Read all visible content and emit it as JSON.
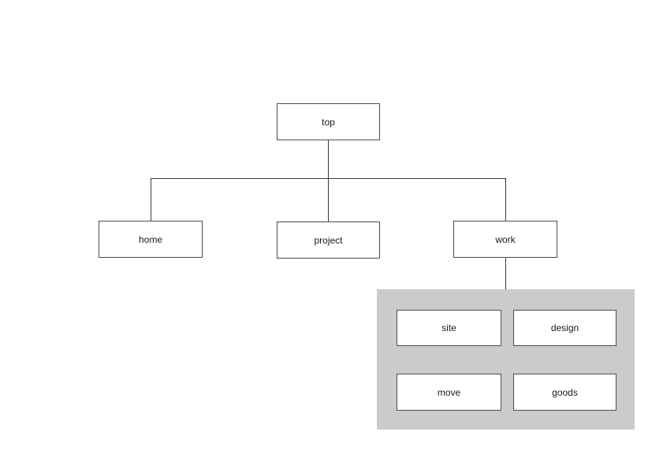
{
  "diagram": {
    "type": "sitemap-tree",
    "root": {
      "label": "top"
    },
    "children": [
      {
        "label": "home"
      },
      {
        "label": "project"
      },
      {
        "label": "work"
      }
    ],
    "work_group": {
      "parent": "work",
      "items": [
        {
          "label": "site"
        },
        {
          "label": "design"
        },
        {
          "label": "move"
        },
        {
          "label": "goods"
        }
      ]
    },
    "colors": {
      "background": "#ffffff",
      "panel_bg": "#cbcbcb",
      "node_bg": "#ffffff",
      "node_border": "#4d4d4d",
      "connector": "#3a3a3a",
      "text": "#1a1a1a"
    }
  }
}
